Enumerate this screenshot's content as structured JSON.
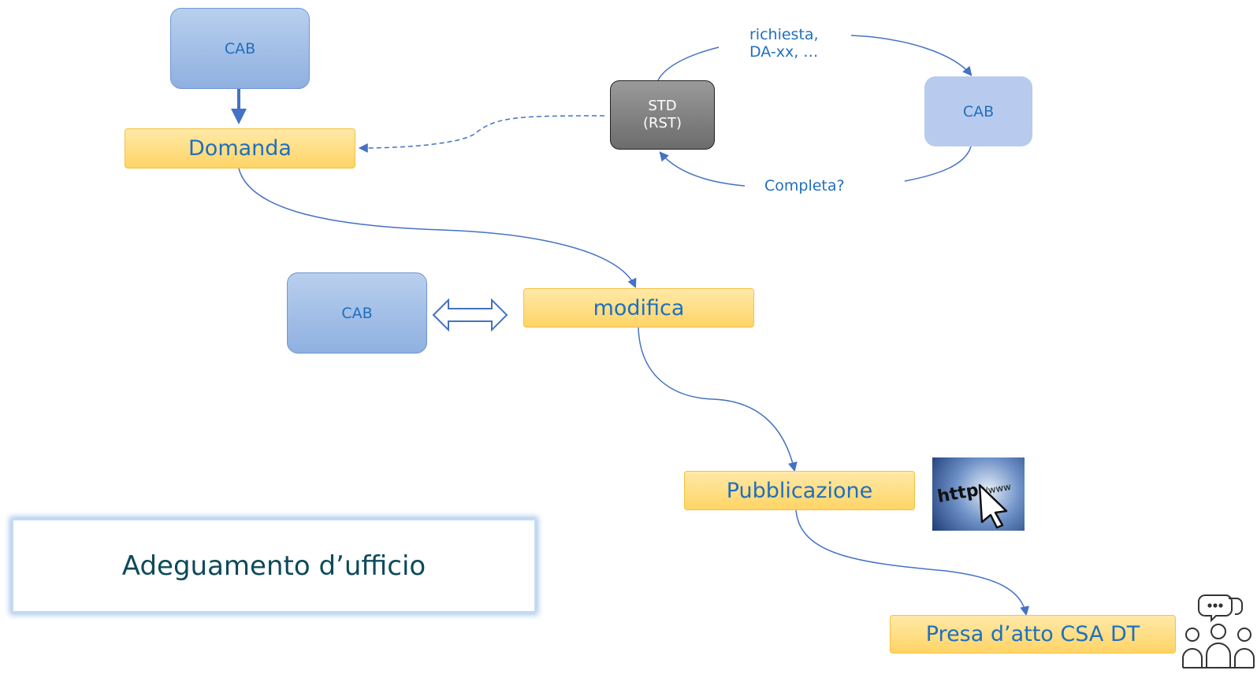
{
  "nodes": {
    "cab_top": "CAB",
    "cab_right": "CAB",
    "cab_middle": "CAB",
    "std_line1": "STD",
    "std_line2": "(RST)",
    "domanda": "Domanda",
    "modifica": "modifica",
    "pubblicazione": "Pubblicazione",
    "presa": "Presa d’atto CSA DT"
  },
  "labels": {
    "richiesta": "richiesta,\nDA-xx, …",
    "completa": "Completa?"
  },
  "title": "Adeguamento d’ufficio",
  "http_image": {
    "big": "http",
    "small": "://www"
  },
  "icons": {
    "people_icon": "people-chatting-icon",
    "cursor_icon": "cursor-arrow-icon"
  },
  "colors": {
    "accent_blue": "#4472c4",
    "text_blue": "#1f6fbe",
    "step_fill": "#ffd465"
  }
}
